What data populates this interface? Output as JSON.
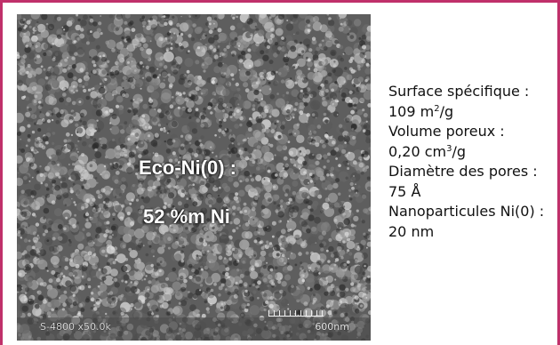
{
  "image": {
    "label_line1": "Eco-Ni(0) :",
    "label_line2": "52 %m Ni",
    "instrument_text": "S-4800 x50.0k",
    "scale_text": "600nm"
  },
  "properties": {
    "surface_label": "Surface spécifique :",
    "surface_value": "109 m",
    "surface_exp": "2",
    "surface_unit": "/g",
    "volume_label": "Volume poreux :",
    "volume_value": "0,20 cm",
    "volume_exp": "3",
    "volume_unit": "/g",
    "pore_label": "Diamètre des pores :",
    "pore_value": "75 Å",
    "nano_label": "Nanoparticules Ni(0) :",
    "nano_value": "20 nm"
  },
  "colors": {
    "frame": "#c0306a",
    "sem_base": "#6c6c6c"
  }
}
